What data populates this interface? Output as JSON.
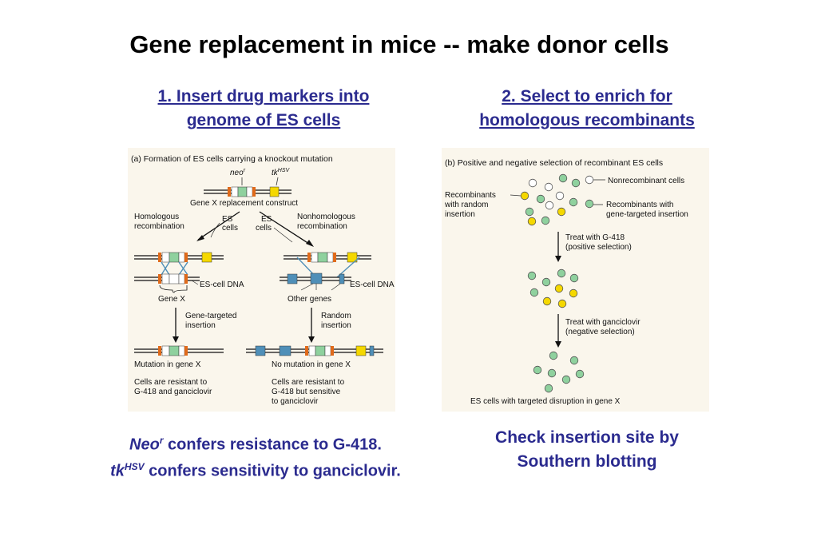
{
  "title": "Gene replacement in mice -- make donor cells",
  "step1": {
    "line1": "1. Insert drug markers into",
    "line2": "genome of ES cells"
  },
  "step2": {
    "line1": "2. Select to enrich for",
    "line2": "homologous recombinants"
  },
  "panel_a": {
    "header": "(a)  Formation of ES cells carrying a knockout mutation",
    "neo": "neo",
    "neo_sup": "r",
    "tk": "tk",
    "tk_sup": "HSV",
    "construct": "Gene X replacement construct",
    "homologous_1": "Homologous",
    "homologous_2": "recombination",
    "es_cells_1": "ES",
    "es_cells_2": "cells",
    "es_cells_3": "ES",
    "es_cells_4": "cells",
    "nonhomologous_1": "Nonhomologous",
    "nonhomologous_2": "recombination",
    "es_dna_left": "ES-cell DNA",
    "es_dna_right": "ES-cell DNA",
    "gene_x": "Gene X",
    "other_genes": "Other genes",
    "gene_targeted_1": "Gene-targeted",
    "gene_targeted_2": "insertion",
    "random_1": "Random",
    "random_2": "insertion",
    "mutation": "Mutation in gene X",
    "no_mutation": "No mutation in gene X",
    "res_left_1": "Cells are resistant to",
    "res_left_2": "G-418 and ganciclovir",
    "res_right_1": "Cells are resistant to",
    "res_right_2": "G-418 but sensitive",
    "res_right_3": "to ganciclovir"
  },
  "panel_b": {
    "header": "(b)  Positive and negative selection of recombinant ES cells",
    "nonrecombinant": "Nonrecombinant cells",
    "recomb_random_1": "Recombinants",
    "recomb_random_2": "with random",
    "recomb_random_3": "insertion",
    "recomb_targeted_1": "Recombinants with",
    "recomb_targeted_2": "gene-targeted insertion",
    "g418_1": "Treat with G-418",
    "g418_2": "(positive selection)",
    "gan_1": "Treat with ganciclovir",
    "gan_2": "(negative selection)",
    "final": "ES cells with targeted disruption in gene X"
  },
  "note_left": {
    "neo": "Neo",
    "neo_sup": "r",
    "line1_rest": " confers resistance to G-418.",
    "tk": "tk",
    "tk_sup": "HSV",
    "line2_rest": " confers sensitivity to ganciclovir."
  },
  "note_right": {
    "line1": "Check insertion site by",
    "line2": "Southern blotting"
  },
  "colors": {
    "heading_blue": "#2b2b8f",
    "neo_green": "#8fd19e",
    "tk_yellow": "#f5d800",
    "marker_orange": "#e06a1a",
    "gene_blue": "#4f8fb8",
    "cell_green": "#8fd19e"
  }
}
